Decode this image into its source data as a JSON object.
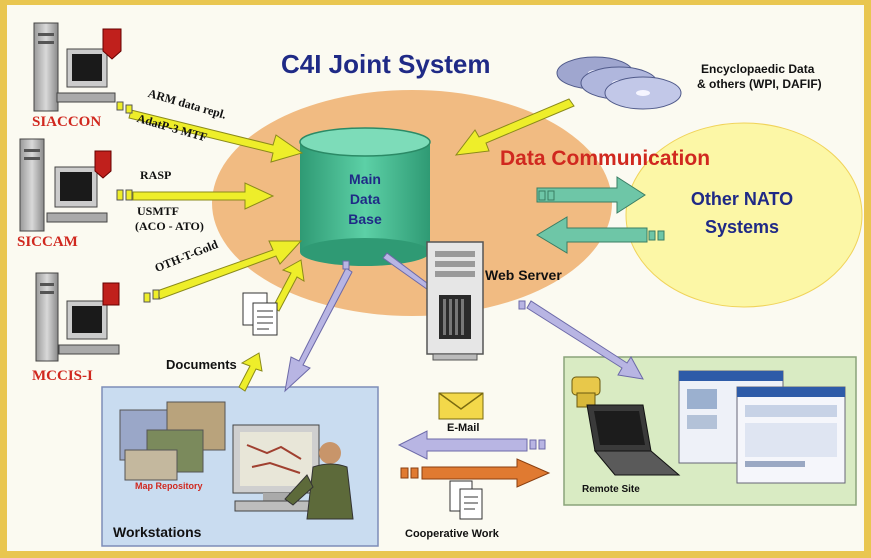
{
  "title": "C4I Joint System",
  "data_communication": "Data Communication",
  "main_db": [
    "Main",
    "Data",
    "Base"
  ],
  "other_nato": [
    "Other NATO",
    "Systems"
  ],
  "encyclopaedic": [
    "Encyclopaedic Data",
    "& others (WPI, DAFIF)"
  ],
  "web_server": "Web Server",
  "systems": {
    "s1": "SIACCON",
    "s2": "SICCAM",
    "s3": "MCCIS-I"
  },
  "flows": {
    "arm": "ARM data repl.",
    "adatp": "AdatP-3 MTF",
    "rasp": "RASP",
    "usmtf": "USMTF",
    "aco": "(ACO - ATO)",
    "oth": "OTH-T-Gold"
  },
  "documents": "Documents",
  "workstations": "Workstations",
  "map_repository": "Map Repository",
  "email": "E-Mail",
  "remote_site": "Remote Site",
  "cooperative_work": "Cooperative Work",
  "colors": {
    "frame": "#e9c650",
    "orange_ellipse": "#f1bb82",
    "yellow_circle": "#fcf7a6",
    "cylinder": "#45b88f",
    "workstation_panel": "#c9dcf0",
    "remote_panel": "#d9ebc3",
    "yellow_arrow": "#eeee2a",
    "teal_arrow": "#6ec6a7",
    "lilac_arrow": "#b8b5e3",
    "orange_arrow": "#e07a31"
  }
}
